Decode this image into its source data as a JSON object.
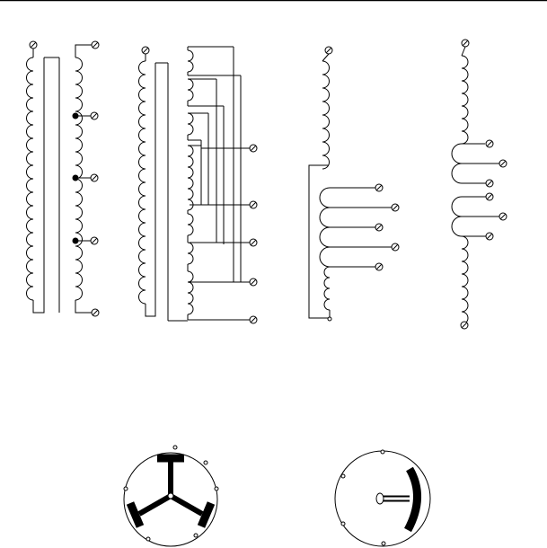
{
  "figure": {
    "kind": "electrical transformer winding schematics and rotary switch sketches",
    "text_labels": [],
    "line_color": "#000000",
    "background_color": "#ffffff"
  },
  "diagrams": [
    {
      "name": "two-winding-transformer-with-taps",
      "primary_turns": 18,
      "secondary_turns": 18,
      "secondary_taps": 3
    },
    {
      "name": "multi-section-transformer",
      "primary_turns": 18,
      "sections": 7,
      "output_terminals": 6
    },
    {
      "name": "autotransformer-with-tap-loops",
      "upper_turns": 8,
      "tap_loops": 5,
      "loop_terminals": 5
    },
    {
      "name": "single-winding-tapped-coil",
      "terminals": 8
    }
  ],
  "switches": [
    {
      "name": "three-arm-rotary-switch",
      "arms": 3,
      "contacts": 6
    },
    {
      "name": "single-wiper-rotary-switch",
      "arms": 1,
      "contacts": 4
    }
  ]
}
